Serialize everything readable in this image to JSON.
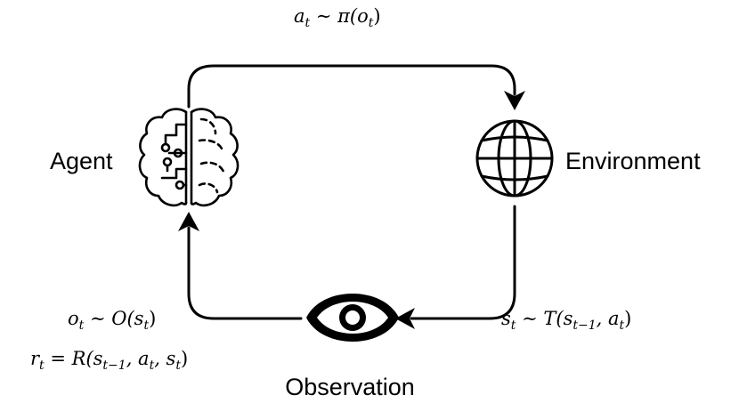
{
  "nodes": {
    "agent": {
      "label": "Agent",
      "icon": "brain-icon"
    },
    "environment": {
      "label": "Environment",
      "icon": "globe-icon"
    },
    "observation": {
      "label": "Observation",
      "icon": "eye-icon"
    }
  },
  "edges": {
    "action": {
      "from": "agent",
      "to": "environment",
      "formula": "a_t ~ π(o_t)"
    },
    "transition": {
      "from": "environment",
      "to": "observation",
      "formula": "s_t ~ T(s_{t-1}, a_t)"
    },
    "feedback": {
      "from": "observation",
      "to": "agent",
      "formula_observation": "o_t ~ O(s_t)",
      "formula_reward": "r_t = R(s_{t-1}, a_t, s_t)"
    }
  },
  "colors": {
    "stroke": "#000000",
    "background": "#ffffff"
  }
}
